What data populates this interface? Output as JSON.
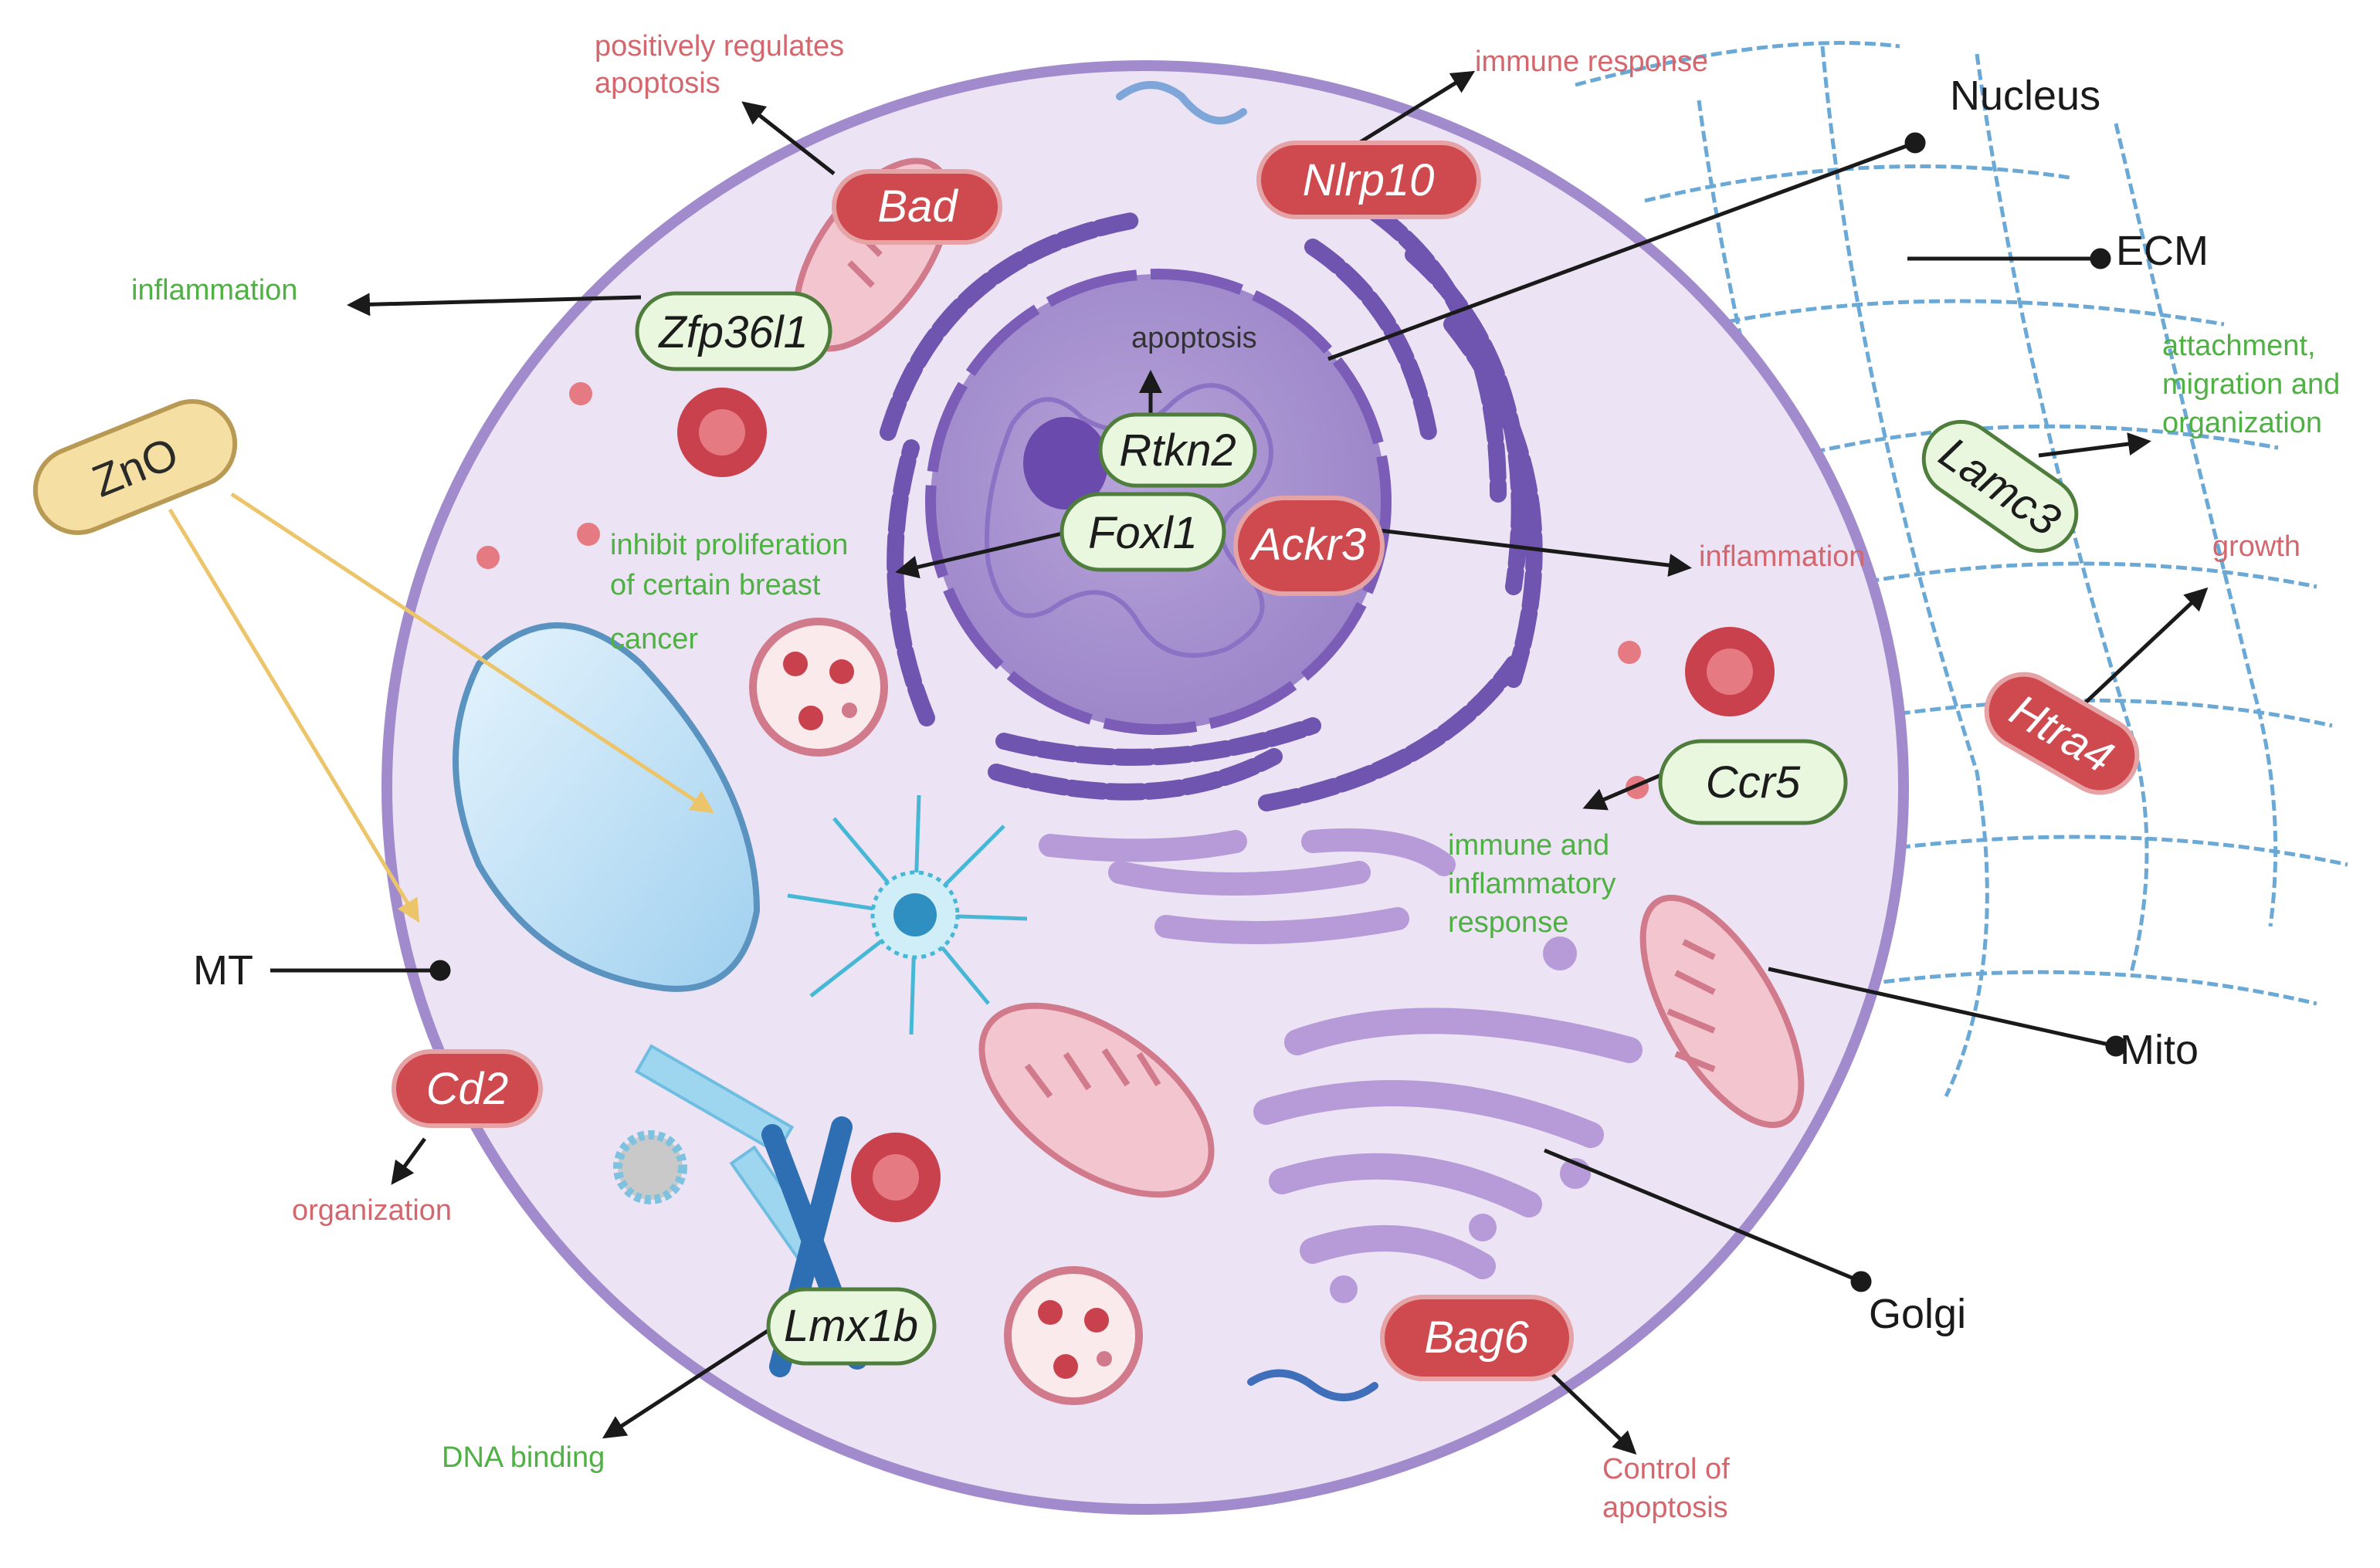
{
  "colors": {
    "red_gene_fill": "#cf4a4f",
    "green_gene_fill": "#e9f7df",
    "zno_fill": "#f5dfa2",
    "cell_fill": "#ece3f4",
    "cell_border": "#a28bcc",
    "ecm": "#6aa8d6",
    "organelle_purple": "#7b5db8"
  },
  "compound": {
    "label": "ZnO"
  },
  "organelles": {
    "nucleus": "Nucleus",
    "ecm": "ECM",
    "mt": "MT",
    "mito": "Mito",
    "golgi": "Golgi"
  },
  "genes": [
    {
      "id": "bad",
      "label": "Bad",
      "style": "red",
      "annotation": [
        "positively regulates",
        "apoptosis"
      ],
      "ann_color": "red"
    },
    {
      "id": "nlrp10",
      "label": "Nlrp10",
      "style": "red",
      "annotation": [
        "immune response"
      ],
      "ann_color": "red"
    },
    {
      "id": "zfp36l1",
      "label": "Zfp36l1",
      "style": "green",
      "annotation": [
        "inflammation"
      ],
      "ann_color": "green"
    },
    {
      "id": "rtkn2",
      "label": "Rtkn2",
      "style": "green",
      "annotation": [
        "apoptosis"
      ],
      "ann_color": "dark"
    },
    {
      "id": "foxl1",
      "label": "Foxl1",
      "style": "green",
      "annotation": [
        "inhibit proliferation",
        "of certain breast",
        "cancer"
      ],
      "ann_color": "green"
    },
    {
      "id": "ackr3",
      "label": "Ackr3",
      "style": "red",
      "annotation": [
        "inflammation"
      ],
      "ann_color": "red"
    },
    {
      "id": "lamc3",
      "label": "Lamc3",
      "style": "green",
      "annotation": [
        "attachment,",
        "migration and",
        "organization"
      ],
      "ann_color": "green"
    },
    {
      "id": "htra4",
      "label": "Htra4",
      "style": "red",
      "annotation": [
        "growth"
      ],
      "ann_color": "red"
    },
    {
      "id": "ccr5",
      "label": "Ccr5",
      "style": "green",
      "annotation": [
        "immune and",
        "inflammatory",
        "response"
      ],
      "ann_color": "green"
    },
    {
      "id": "cd2",
      "label": "Cd2",
      "style": "red",
      "annotation": [
        "organization"
      ],
      "ann_color": "red"
    },
    {
      "id": "lmx1b",
      "label": "Lmx1b",
      "style": "green",
      "annotation": [
        "DNA binding"
      ],
      "ann_color": "green"
    },
    {
      "id": "bag6",
      "label": "Bag6",
      "style": "red",
      "annotation": [
        "Control of",
        "apoptosis"
      ],
      "ann_color": "red"
    }
  ]
}
